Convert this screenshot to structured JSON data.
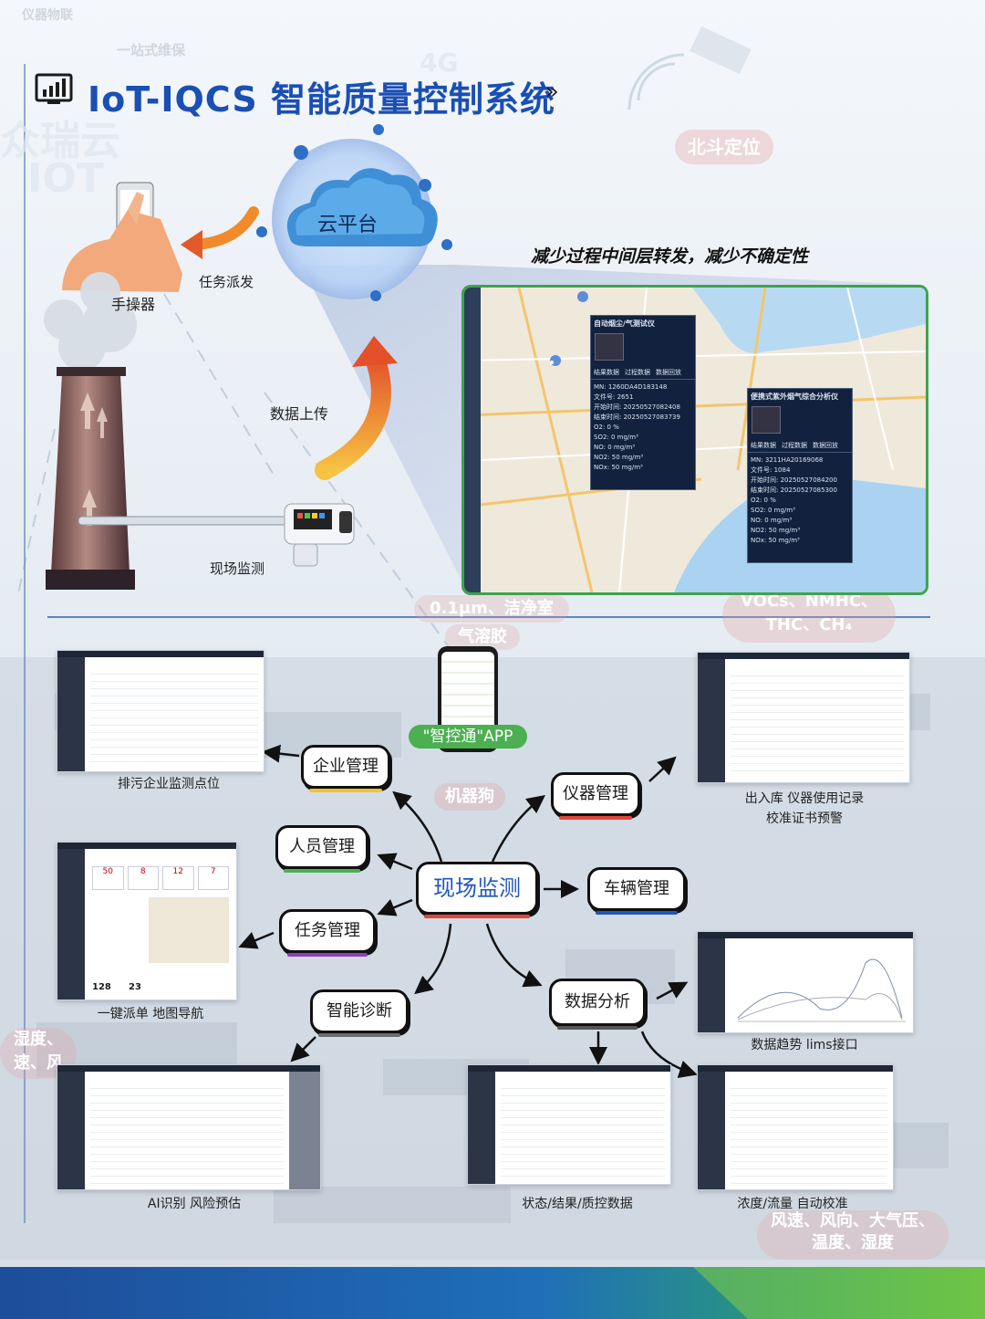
{
  "background": {
    "corner_text": "仪器物联",
    "slogan": "一站式维保",
    "brand": "众瑞云",
    "iot": "IOT",
    "beidou": "北斗定位",
    "sig4g": "4G",
    "particle": "0.1μm、洁净室",
    "aerosol": "气溶胶",
    "robot": "机器狗",
    "voc": "VOCs、NMHC、",
    "thc": "THC、CH₄",
    "weather1": "风速、风向、大气压、",
    "weather2": "温度、湿度",
    "humid_left1": "湿度、",
    "humid_left2": "速、风"
  },
  "header": {
    "title": "IoT-IQCS 智能质量控制系统",
    "chevron": "»"
  },
  "top": {
    "cloud_label": "云平台",
    "handset_label": "手操器",
    "task_dispatch": "任务派发",
    "data_upload": "数据上传",
    "site_monitor": "现场监测",
    "tagline": "减少过程中间层转发，减少不确定性"
  },
  "map_panels": [
    {
      "title": "自动烟尘/气测试仪",
      "tabs": [
        "结果数据",
        "过程数据",
        "数据回放"
      ],
      "lines": [
        "MN: 1260DA4D183148",
        "文件号: 2651",
        "开始时间: 20250527082408",
        "结束时间: 20250527083739",
        "O2: 0 %",
        "SO2: 0 mg/m³",
        "NO: 0 mg/m³",
        "NO2: 50 mg/m³",
        "NOx: 50 mg/m³"
      ]
    },
    {
      "title": "便携式紫外烟气综合分析仪",
      "tabs": [
        "结果数据",
        "过程数据",
        "数据回放"
      ],
      "lines": [
        "MN: 3211HA20169068",
        "文件号: 1084",
        "开始时间: 20250527084200",
        "结束时间: 20250527085300",
        "O2: 0 %",
        "SO2: 0 mg/m³",
        "NO: 0 mg/m³",
        "NO2: 50 mg/m³",
        "NOx: 50 mg/m³"
      ]
    }
  ],
  "bottom": {
    "center": "现场监测",
    "app_label": "\"智控通\"APP",
    "nodes": {
      "enterprise": "企业管理",
      "instrument": "仪器管理",
      "personnel": "人员管理",
      "vehicle": "车辆管理",
      "task": "任务管理",
      "diagnosis": "智能诊断",
      "analysis": "数据分析"
    },
    "captions": {
      "enterprise": "排污企业监测点位",
      "instrument1": "出入库 仪器使用记录",
      "instrument2": "校准证书预警",
      "task": "一键派单 地图导航",
      "trend": "数据趋势 lims接口",
      "ai": "AI识别 风险预估",
      "status": "状态/结果/质控数据",
      "calib": "浓度/流量 自动校准"
    },
    "task_stats": [
      "50",
      "8",
      "12",
      "7",
      "128",
      "23"
    ]
  },
  "colors": {
    "title": "#1a4fb4",
    "accent_green": "#4caf50",
    "brand_blue": "#1f57b7"
  }
}
